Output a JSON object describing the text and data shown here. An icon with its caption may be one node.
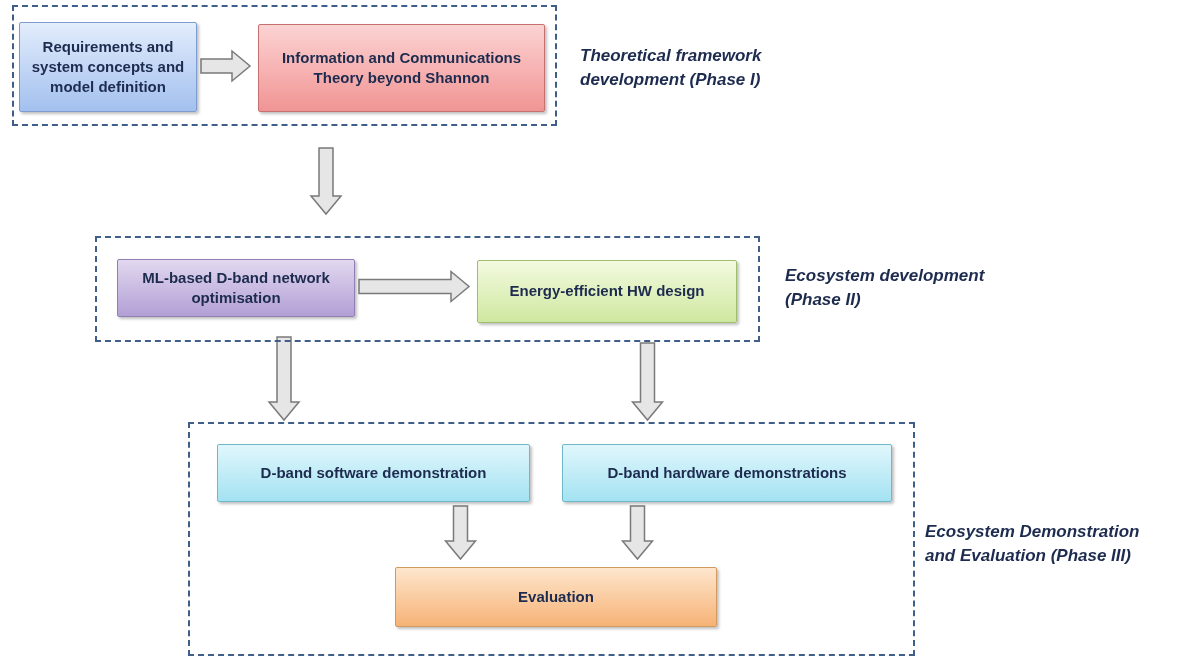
{
  "diagram": {
    "nodes": [
      {
        "text": [],
        "shape": "box",
        "beside": [
          "Theoretical framework development (Phase I)"
        ]
      },
      {
        "text": [
          "Requirements and system concepts and model definition"
        ],
        "in": 0
      },
      {
        "text": [
          "Information and Communications Theory beyond Shannon"
        ],
        "in": 0
      },
      {
        "text": [],
        "shape": "box",
        "beside": [
          "Ecosystem development (Phase II)"
        ]
      },
      {
        "text": [
          "ML-based D-band network optimisation"
        ],
        "in": 3
      },
      {
        "text": [
          "Energy-efficient HW design"
        ],
        "in": 3
      },
      {
        "text": [],
        "shape": "box",
        "beside": [
          "Ecosystem Demonstration and Evaluation (Phase III)"
        ]
      },
      {
        "text": [
          "D-band software demonstration"
        ],
        "in": 6
      },
      {
        "text": [
          "D-band hardware demonstrations"
        ],
        "in": 6
      },
      {
        "text": [
          "Evaluation"
        ],
        "in": 6
      }
    ],
    "edges": [
      {
        "from": 1,
        "to": 2,
        "arrow": "to"
      },
      {
        "from": 0,
        "to": 3,
        "arrow": "to"
      },
      {
        "from": 4,
        "to": 5,
        "arrow": "to"
      },
      {
        "from": 4,
        "to": 7,
        "arrow": "to"
      },
      {
        "from": 5,
        "to": 8,
        "arrow": "to"
      },
      {
        "from": 7,
        "to": 9,
        "arrow": "to"
      },
      {
        "from": 8,
        "to": 9,
        "arrow": "to"
      }
    ]
  }
}
